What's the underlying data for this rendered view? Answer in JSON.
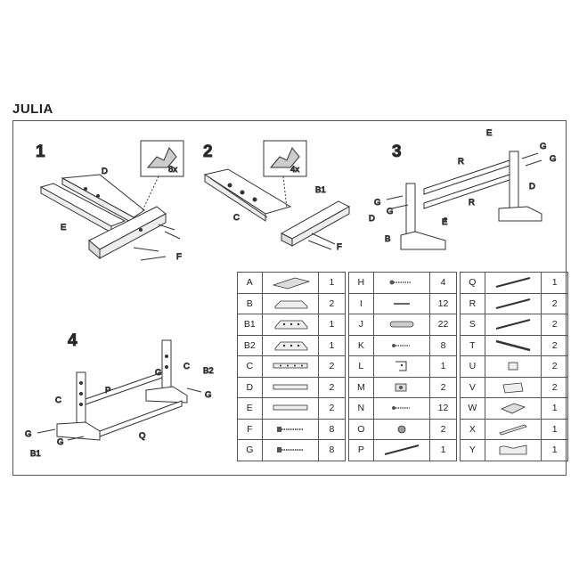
{
  "title": "JULIA",
  "steps": [
    "1",
    "2",
    "3",
    "4"
  ],
  "callouts": {
    "step1_count": "8x",
    "step2_count": "4x"
  },
  "labels": {
    "s1_d": "D",
    "s1_e": "E",
    "s1_f": "F",
    "s2_c": "C",
    "s2_b1": "B1",
    "s2_f": "F",
    "s3_e_top": "E",
    "s3_g1": "G",
    "s3_g2": "G",
    "s3_r1": "R",
    "s3_r2": "R",
    "s3_d_right": "D",
    "s3_g3": "G",
    "s3_g4": "G",
    "s3_d_left": "D",
    "s3_e_mid": "E",
    "s3_b": "B",
    "s4_c_left": "C",
    "s4_p": "P",
    "s4_g_mid": "G",
    "s4_c_right": "C",
    "s4_b2": "B2",
    "s4_g_right": "G",
    "s4_q": "Q",
    "s4_g_left": "G",
    "s4_g_bottom": "G",
    "s4_b1": "B1"
  },
  "parts_table": [
    [
      {
        "id": "A",
        "qty": "1",
        "icon": "flat-panel-icon"
      },
      {
        "id": "H",
        "qty": "4",
        "icon": "long-screw-icon"
      },
      {
        "id": "Q",
        "qty": "1",
        "icon": "long-rod-icon"
      }
    ],
    [
      {
        "id": "B",
        "qty": "2",
        "icon": "foot-base-icon"
      },
      {
        "id": "I",
        "qty": "12",
        "icon": "dowel-icon"
      },
      {
        "id": "R",
        "qty": "2",
        "icon": "long-rod-icon"
      }
    ],
    [
      {
        "id": "B1",
        "qty": "1",
        "icon": "foot-base-holes-icon"
      },
      {
        "id": "J",
        "qty": "22",
        "icon": "wood-dowel-icon"
      },
      {
        "id": "S",
        "qty": "2",
        "icon": "long-rod-icon"
      }
    ],
    [
      {
        "id": "B2",
        "qty": "1",
        "icon": "foot-base-holes-icon"
      },
      {
        "id": "K",
        "qty": "8",
        "icon": "screw-icon"
      },
      {
        "id": "T",
        "qty": "2",
        "icon": "rail-icon"
      }
    ],
    [
      {
        "id": "C",
        "qty": "2",
        "icon": "drilled-beam-icon"
      },
      {
        "id": "L",
        "qty": "1",
        "icon": "bracket-icon"
      },
      {
        "id": "U",
        "qty": "2",
        "icon": "small-block-icon"
      }
    ],
    [
      {
        "id": "D",
        "qty": "2",
        "icon": "beam-icon"
      },
      {
        "id": "M",
        "qty": "2",
        "icon": "cam-lock-icon"
      },
      {
        "id": "V",
        "qty": "2",
        "icon": "small-panel-icon"
      }
    ],
    [
      {
        "id": "E",
        "qty": "2",
        "icon": "beam-icon"
      },
      {
        "id": "N",
        "qty": "12",
        "icon": "screw-icon"
      },
      {
        "id": "W",
        "qty": "1",
        "icon": "square-panel-icon"
      }
    ],
    [
      {
        "id": "F",
        "qty": "8",
        "icon": "bolt-icon"
      },
      {
        "id": "O",
        "qty": "2",
        "icon": "cap-icon"
      },
      {
        "id": "X",
        "qty": "1",
        "icon": "slat-icon"
      }
    ],
    [
      {
        "id": "G",
        "qty": "8",
        "icon": "bolt-icon"
      },
      {
        "id": "P",
        "qty": "1",
        "icon": "long-rod-icon"
      },
      {
        "id": "Y",
        "qty": "1",
        "icon": "shaped-panel-icon"
      }
    ]
  ]
}
